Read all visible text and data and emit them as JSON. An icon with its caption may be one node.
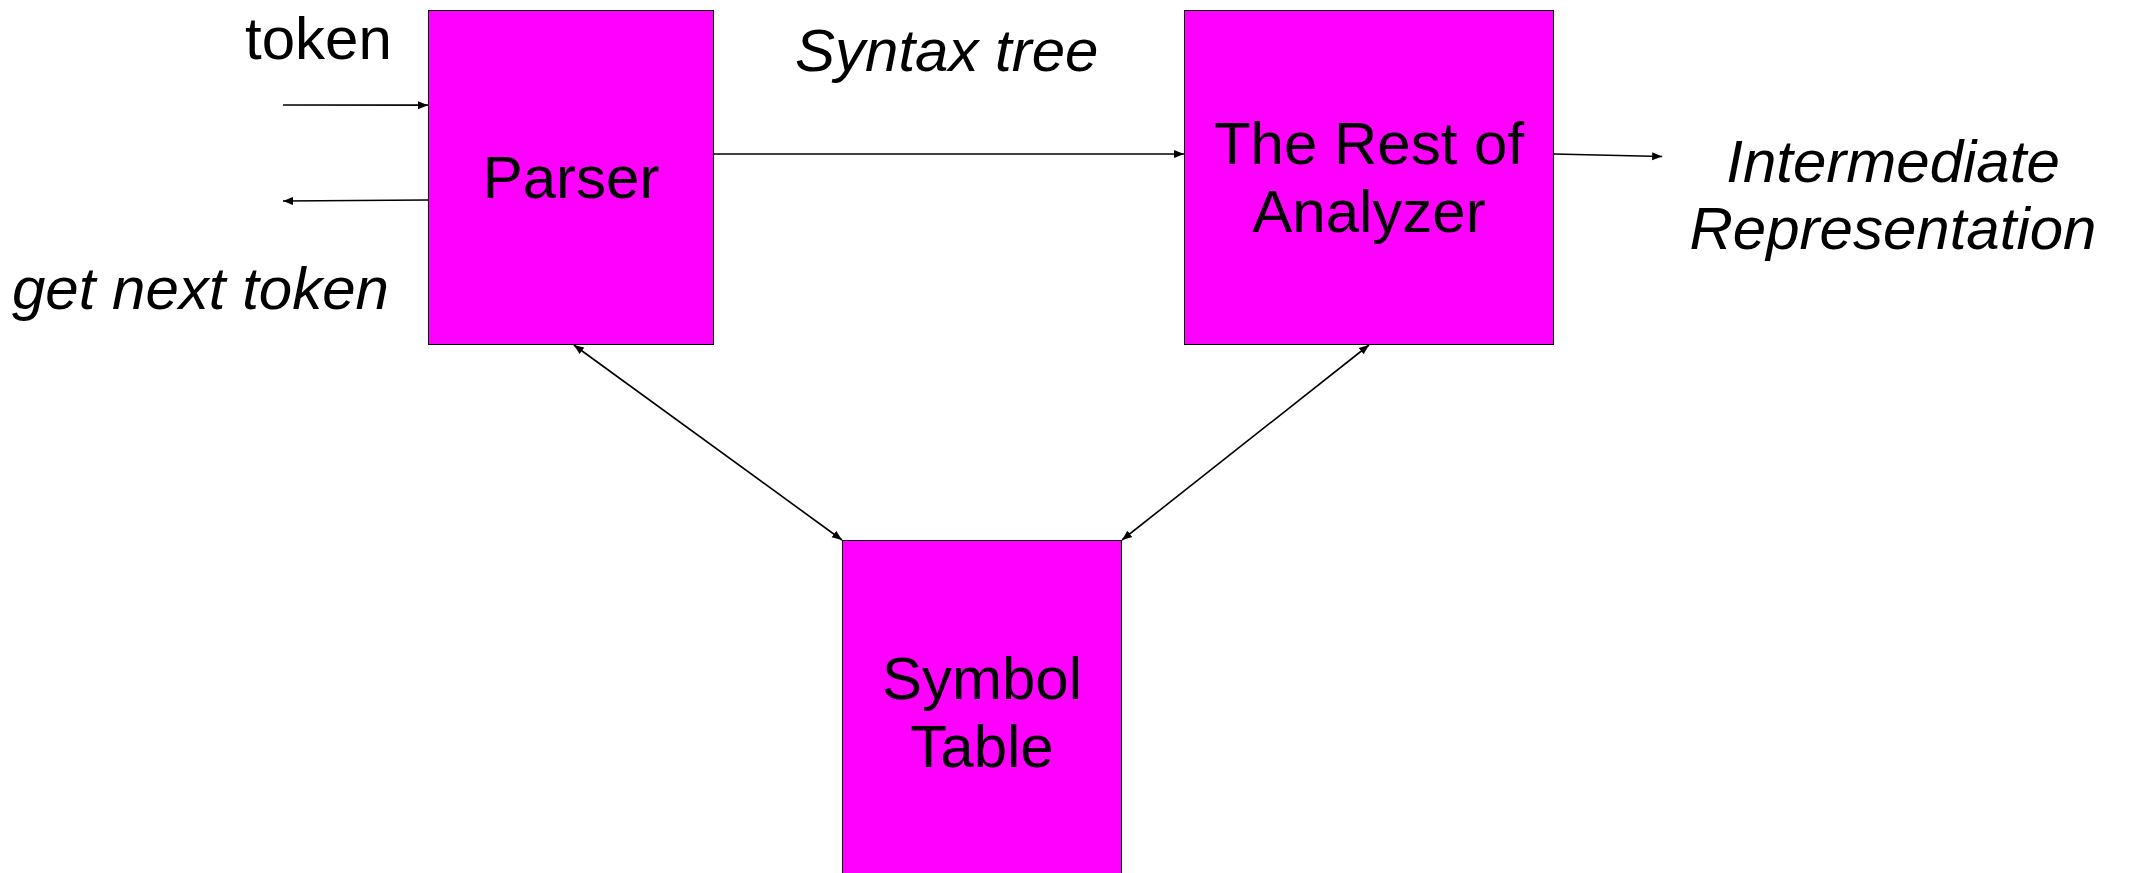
{
  "diagram": {
    "nodes": [
      {
        "text": [
          "Parser"
        ]
      },
      {
        "text": [
          "The Rest of Analyzer"
        ]
      },
      {
        "text": [
          "Intermediate Representation"
        ]
      },
      {
        "text": [
          "Symbol Table"
        ]
      }
    ],
    "edges": [
      {
        "from": null,
        "to": 0,
        "arrow": "to",
        "label": "token"
      },
      {
        "from": 0,
        "to": null,
        "arrow": "to",
        "label": "get next token"
      },
      {
        "from": 0,
        "to": 1,
        "arrow": "to",
        "label": "Syntax tree"
      },
      {
        "from": 1,
        "to": 2,
        "arrow": "to"
      },
      {
        "from": 0,
        "to": 3,
        "arrow": "both"
      },
      {
        "from": 1,
        "to": 3,
        "arrow": "both"
      }
    ]
  }
}
